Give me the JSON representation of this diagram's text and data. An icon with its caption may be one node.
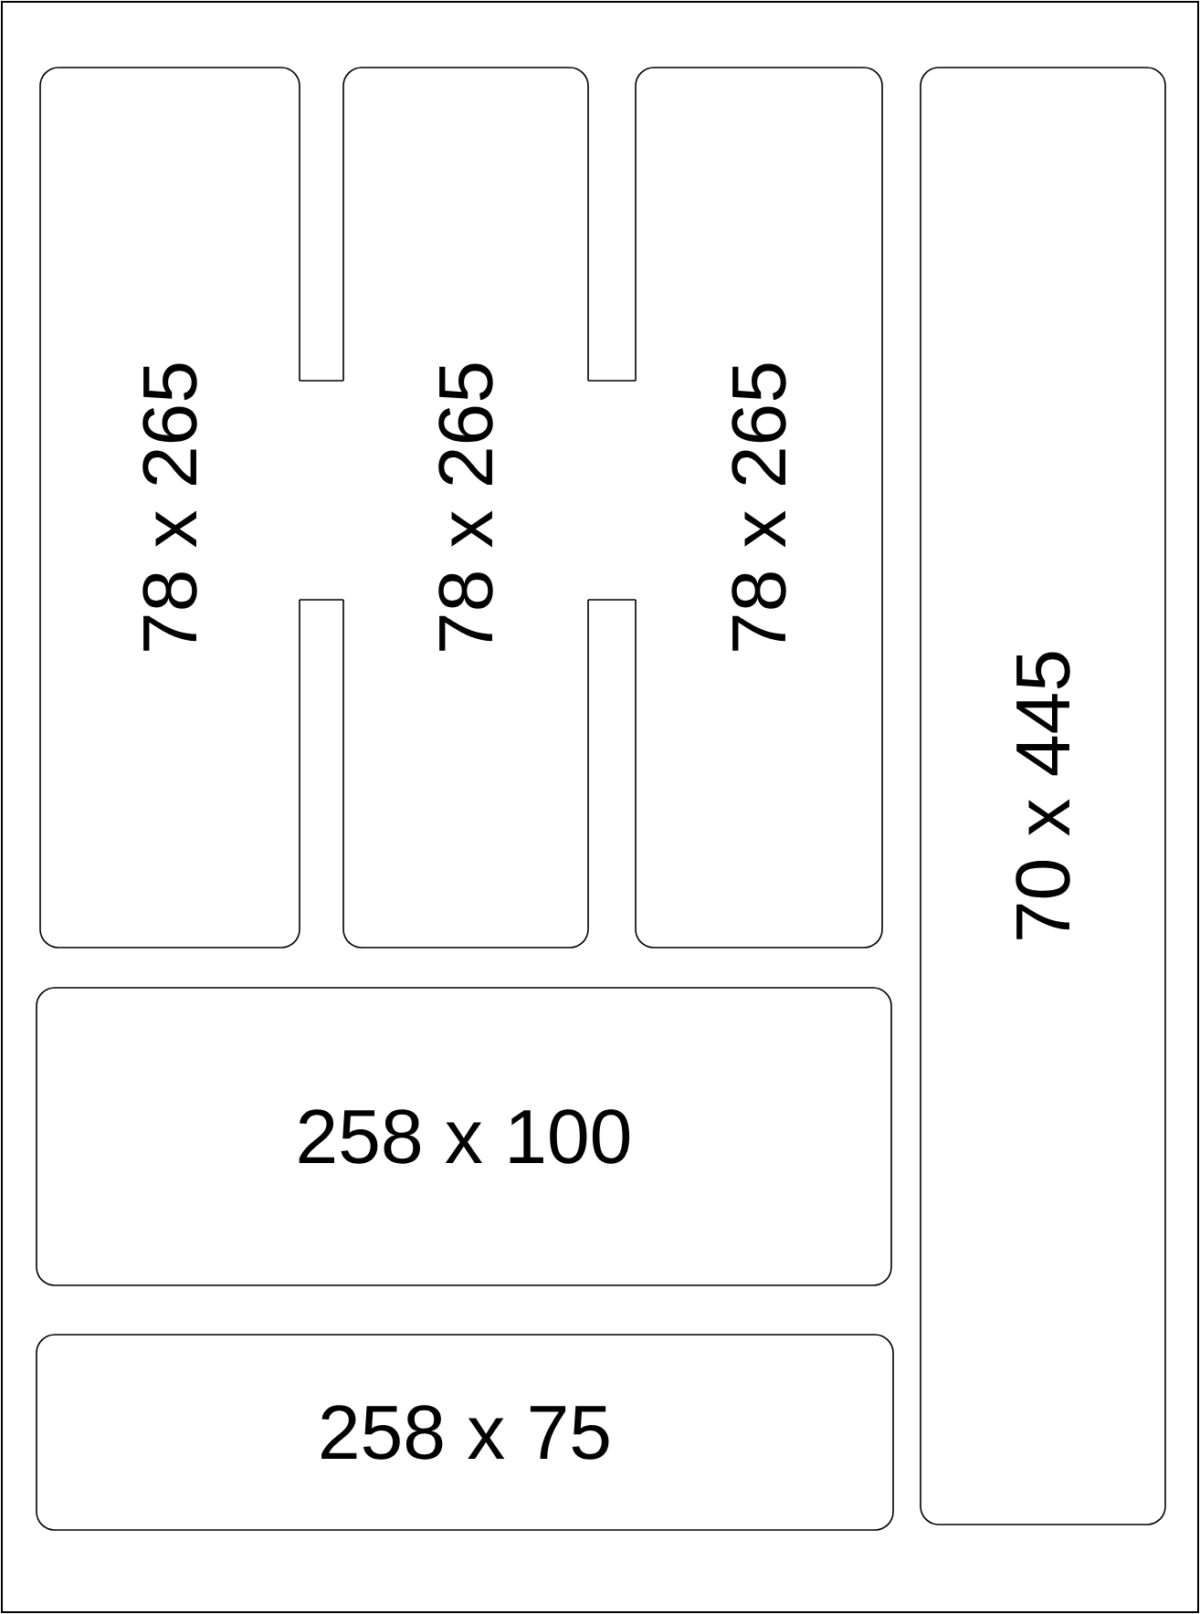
{
  "diagram": {
    "nodes": [
      {
        "text": [
          "78 x 265"
        ]
      },
      {
        "text": [
          "78 x 265"
        ]
      },
      {
        "text": [
          "78 x 265"
        ]
      },
      {
        "text": [
          "70 x 445"
        ]
      },
      {
        "text": [
          "258 x 100"
        ]
      },
      {
        "text": [
          "258 x 75"
        ]
      }
    ]
  }
}
